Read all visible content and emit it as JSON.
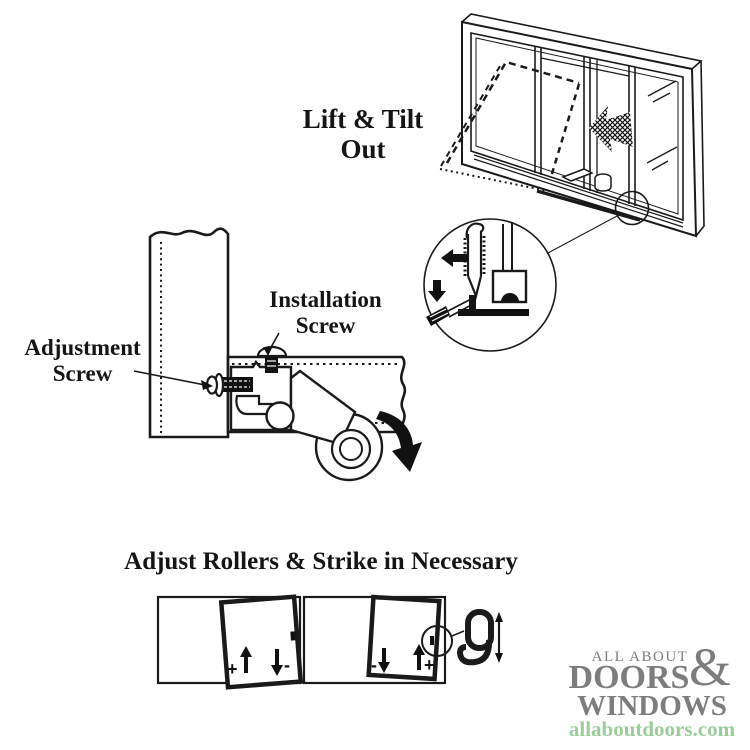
{
  "lift_tilt_caption": {
    "line1": "Lift & Tilt",
    "line2": "Out"
  },
  "roller_labels": {
    "installation_line1": "Installation",
    "installation_line2": "Screw",
    "adjustment_line1": "Adjustment",
    "adjustment_line2": "Screw"
  },
  "adjust_heading": "Adjust Rollers & Strike in Necessary",
  "door_markers": {
    "left_plus": "+",
    "left_minus": "-",
    "right_minus": "-",
    "right_plus": "+"
  },
  "logo": {
    "top": "ALL ABOUT",
    "ampersand": "&",
    "middle": "DOORS",
    "bottom": "WINDOWS",
    "website": "allaboutdoors.com",
    "gray": "#7d7d7d",
    "green": "#9bcd9b"
  },
  "colors": {
    "ink": "#1a1a1a",
    "background": "#ffffff"
  },
  "icons": {
    "tilt_out_arrow": "⇦",
    "pry_left_arrow": "←",
    "pry_down_arrow": "↓",
    "install_screw_pointer": "↙",
    "adjust_screw_pointer": "→",
    "roller_swing_arrow": "⤵",
    "raise_arrow": "↑",
    "lower_arrow": "↓",
    "strike_adjust_arrow": "↕"
  }
}
